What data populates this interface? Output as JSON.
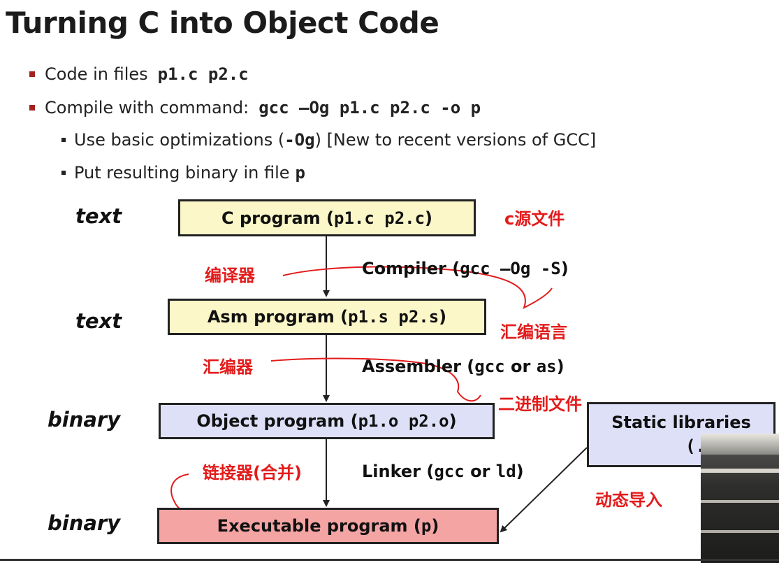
{
  "slide": {
    "title": "Turning C into Object Code",
    "bullets": [
      {
        "text": "Code in files",
        "code": "p1.c p2.c"
      },
      {
        "text": "Compile with command:",
        "code": "gcc –Og p1.c p2.c -o p"
      }
    ],
    "sub_bullets": [
      {
        "pre": "Use basic optimizations (",
        "code": "-Og",
        "post": ") [New to recent versions of GCC]"
      },
      {
        "pre": "Put resulting binary in file",
        "code": "p",
        "post": ""
      }
    ]
  },
  "diagram": {
    "levels": [
      "text",
      "text",
      "binary",
      "binary"
    ],
    "boxes": {
      "c_program": {
        "text": "C program (",
        "code": "p1.c p2.c",
        "close": ")"
      },
      "asm_program": {
        "text": "Asm program (",
        "code": "p1.s p2.s",
        "close": ")"
      },
      "object_program": {
        "text": "Object program (",
        "code": "p1.o p2.o",
        "close": ")"
      },
      "executable_program": {
        "text": "Executable program (",
        "code": "p",
        "close": ")"
      },
      "static_libraries": {
        "line1": "Static libraries",
        "line2": "(.a)"
      }
    },
    "stages": {
      "compiler": {
        "text": "Compiler (",
        "code": "gcc –Og -S",
        "close": ")"
      },
      "assembler": {
        "text": "Assembler (",
        "code": "gcc",
        "mid": " or ",
        "code2": "as",
        "close": ")"
      },
      "linker": {
        "text": "Linker (",
        "code": "gcc",
        "mid": " or ",
        "code2": "ld",
        "close": ")"
      }
    }
  },
  "annotations": {
    "c_source": "c源文件",
    "compiler": "编译器",
    "asm_language": "汇编语言",
    "assembler": "汇编器",
    "binary_file": "二进制文件",
    "linker": "链接器(合并)",
    "dynamic_import": "动态导入"
  },
  "colors": {
    "bullet_marker": "#a3211d",
    "annotation": "#e31b1b",
    "box_yellow": "#fbf7c8",
    "box_blue": "#dde0f7",
    "box_pink": "#f5a4a4"
  }
}
